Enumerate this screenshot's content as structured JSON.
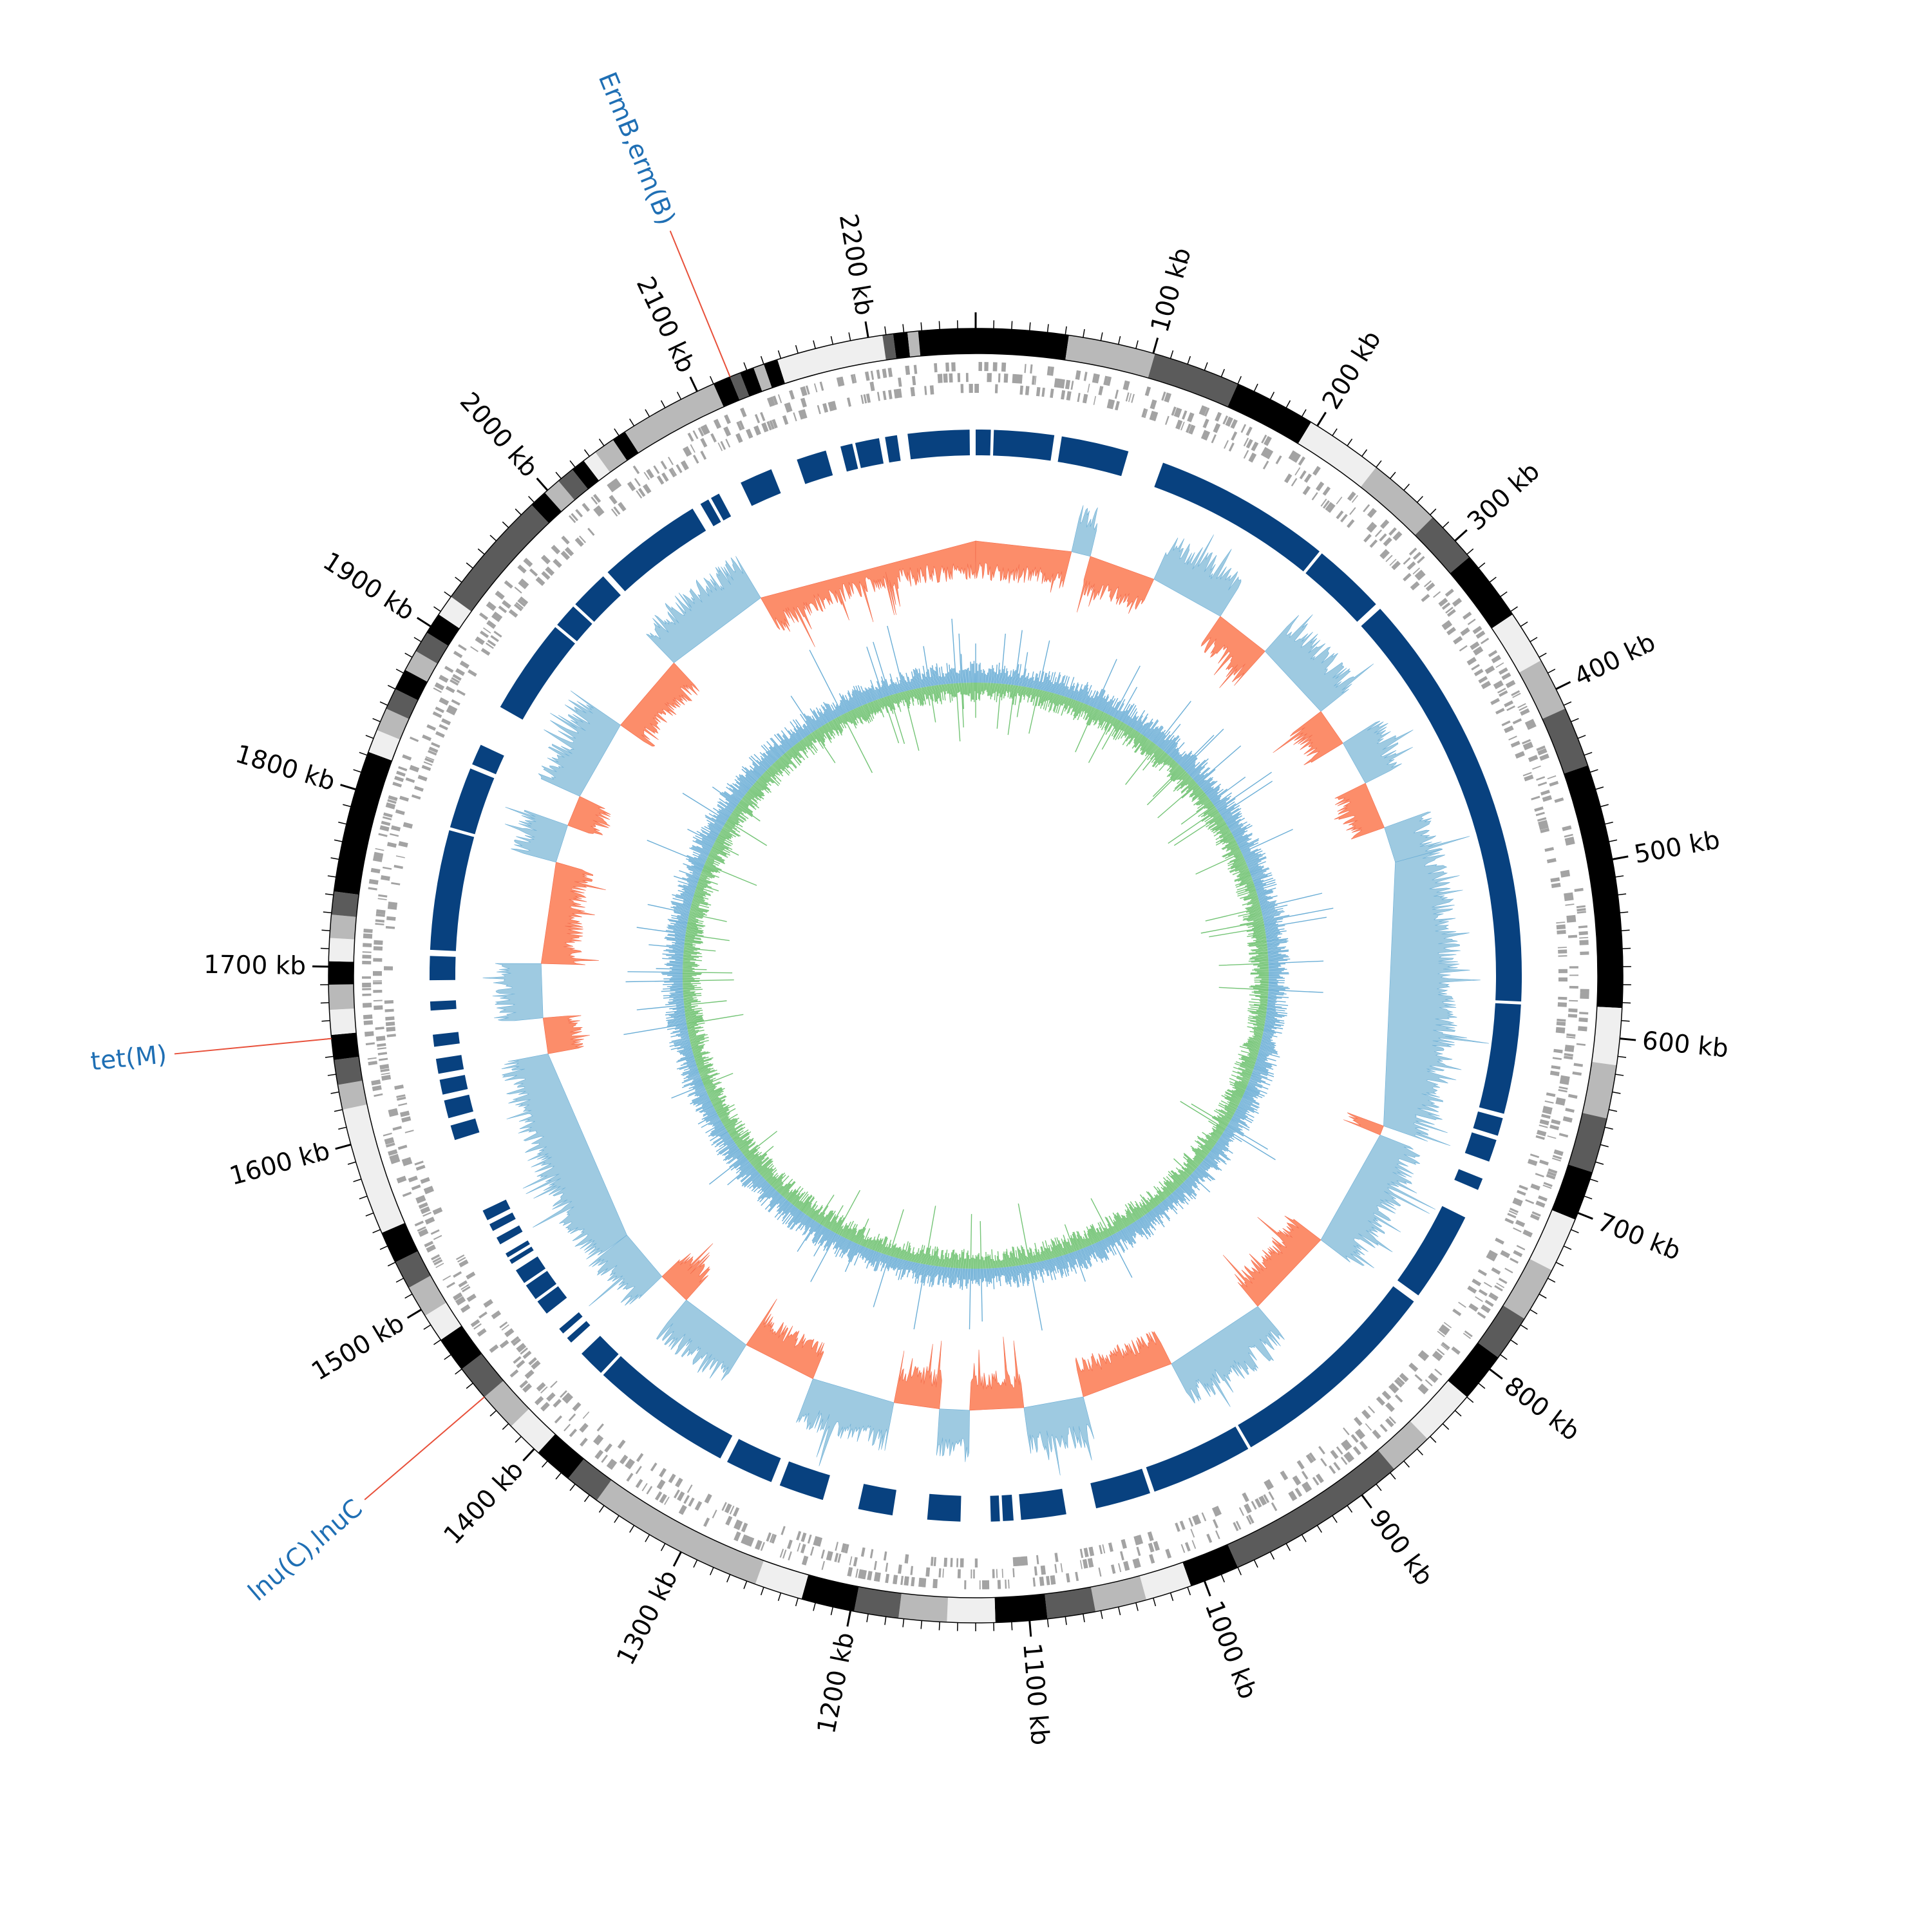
{
  "genome": {
    "length_kb": 2260,
    "axis_unit": "kb",
    "tick_labels": [
      "100 kb",
      "200 kb",
      "300 kb",
      "400 kb",
      "500 kb",
      "600 kb",
      "700 kb",
      "800 kb",
      "900 kb",
      "1000 kb",
      "1100 kb",
      "1200 kb",
      "1300 kb",
      "1400 kb",
      "1500 kb",
      "1600 kb",
      "1700 kb",
      "1800 kb",
      "1900 kb",
      "2000 kb",
      "2100 kb",
      "2200 kb"
    ],
    "tick_positions_kb": [
      100,
      200,
      300,
      400,
      500,
      600,
      700,
      800,
      900,
      1000,
      1100,
      1200,
      1300,
      1400,
      1500,
      1600,
      1700,
      1800,
      1900,
      2000,
      2100,
      2200
    ]
  },
  "contig_blocks_kb": [
    {
      "start": 0,
      "end": 52,
      "tone": "black"
    },
    {
      "start": 52,
      "end": 101,
      "tone": "light-gray"
    },
    {
      "start": 101,
      "end": 150,
      "tone": "dark-gray"
    },
    {
      "start": 150,
      "end": 196,
      "tone": "black"
    },
    {
      "start": 196,
      "end": 240,
      "tone": "very-light-gray"
    },
    {
      "start": 240,
      "end": 282,
      "tone": "light-gray"
    },
    {
      "start": 282,
      "end": 312,
      "tone": "dark-gray"
    },
    {
      "start": 312,
      "end": 352,
      "tone": "black"
    },
    {
      "start": 352,
      "end": 382,
      "tone": "very-light-gray"
    },
    {
      "start": 382,
      "end": 412,
      "tone": "light-gray"
    },
    {
      "start": 412,
      "end": 446,
      "tone": "dark-gray"
    },
    {
      "start": 446,
      "end": 583,
      "tone": "black"
    },
    {
      "start": 583,
      "end": 615,
      "tone": "very-light-gray"
    },
    {
      "start": 615,
      "end": 645,
      "tone": "light-gray"
    },
    {
      "start": 645,
      "end": 676,
      "tone": "dark-gray"
    },
    {
      "start": 676,
      "end": 704,
      "tone": "black"
    },
    {
      "start": 704,
      "end": 735,
      "tone": "very-light-gray"
    },
    {
      "start": 735,
      "end": 766,
      "tone": "light-gray"
    },
    {
      "start": 766,
      "end": 792,
      "tone": "dark-gray"
    },
    {
      "start": 792,
      "end": 820,
      "tone": "black"
    },
    {
      "start": 820,
      "end": 852,
      "tone": "very-light-gray"
    },
    {
      "start": 852,
      "end": 877,
      "tone": "light-gray"
    },
    {
      "start": 877,
      "end": 980,
      "tone": "dark-gray"
    },
    {
      "start": 980,
      "end": 1008,
      "tone": "black"
    },
    {
      "start": 1008,
      "end": 1034,
      "tone": "very-light-gray"
    },
    {
      "start": 1034,
      "end": 1063,
      "tone": "light-gray"
    },
    {
      "start": 1063,
      "end": 1090,
      "tone": "dark-gray"
    },
    {
      "start": 1090,
      "end": 1119,
      "tone": "black"
    },
    {
      "start": 1119,
      "end": 1146,
      "tone": "very-light-gray"
    },
    {
      "start": 1146,
      "end": 1173,
      "tone": "light-gray"
    },
    {
      "start": 1173,
      "end": 1198,
      "tone": "dark-gray"
    },
    {
      "start": 1198,
      "end": 1228,
      "tone": "black"
    },
    {
      "start": 1228,
      "end": 1255,
      "tone": "very-light-gray"
    },
    {
      "start": 1255,
      "end": 1355,
      "tone": "light-gray"
    },
    {
      "start": 1355,
      "end": 1375,
      "tone": "dark-gray"
    },
    {
      "start": 1375,
      "end": 1397,
      "tone": "black"
    },
    {
      "start": 1397,
      "end": 1418,
      "tone": "very-light-gray"
    },
    {
      "start": 1418,
      "end": 1440,
      "tone": "light-gray"
    },
    {
      "start": 1440,
      "end": 1460,
      "tone": "dark-gray"
    },
    {
      "start": 1460,
      "end": 1480,
      "tone": "black"
    },
    {
      "start": 1480,
      "end": 1496,
      "tone": "very-light-gray"
    },
    {
      "start": 1496,
      "end": 1514,
      "tone": "light-gray"
    },
    {
      "start": 1514,
      "end": 1530,
      "tone": "dark-gray"
    },
    {
      "start": 1530,
      "end": 1548,
      "tone": "black"
    },
    {
      "start": 1548,
      "end": 1620,
      "tone": "very-light-gray"
    },
    {
      "start": 1620,
      "end": 1634,
      "tone": "light-gray"
    },
    {
      "start": 1634,
      "end": 1648,
      "tone": "dark-gray"
    },
    {
      "start": 1648,
      "end": 1662,
      "tone": "black"
    },
    {
      "start": 1662,
      "end": 1676,
      "tone": "very-light-gray"
    },
    {
      "start": 1676,
      "end": 1690,
      "tone": "light-gray"
    },
    {
      "start": 1690,
      "end": 1703,
      "tone": "black"
    },
    {
      "start": 1703,
      "end": 1716,
      "tone": "very-light-gray"
    },
    {
      "start": 1716,
      "end": 1729,
      "tone": "light-gray"
    },
    {
      "start": 1729,
      "end": 1742,
      "tone": "dark-gray"
    },
    {
      "start": 1742,
      "end": 1822,
      "tone": "black"
    },
    {
      "start": 1822,
      "end": 1835,
      "tone": "very-light-gray"
    },
    {
      "start": 1835,
      "end": 1848,
      "tone": "light-gray"
    },
    {
      "start": 1848,
      "end": 1860,
      "tone": "dark-gray"
    },
    {
      "start": 1860,
      "end": 1872,
      "tone": "black"
    },
    {
      "start": 1872,
      "end": 1884,
      "tone": "light-gray"
    },
    {
      "start": 1884,
      "end": 1896,
      "tone": "dark-gray"
    },
    {
      "start": 1896,
      "end": 1908,
      "tone": "black"
    },
    {
      "start": 1908,
      "end": 1920,
      "tone": "very-light-gray"
    },
    {
      "start": 1920,
      "end": 1988,
      "tone": "dark-gray"
    },
    {
      "start": 1988,
      "end": 1998,
      "tone": "black"
    },
    {
      "start": 1998,
      "end": 2008,
      "tone": "light-gray"
    },
    {
      "start": 2008,
      "end": 2018,
      "tone": "dark-gray"
    },
    {
      "start": 2018,
      "end": 2026,
      "tone": "black"
    },
    {
      "start": 2026,
      "end": 2034,
      "tone": "very-light-gray"
    },
    {
      "start": 2034,
      "end": 2046,
      "tone": "light-gray"
    },
    {
      "start": 2046,
      "end": 2054,
      "tone": "black"
    },
    {
      "start": 2054,
      "end": 2110,
      "tone": "light-gray"
    },
    {
      "start": 2110,
      "end": 2120,
      "tone": "black"
    },
    {
      "start": 2120,
      "end": 2126,
      "tone": "dark-gray"
    },
    {
      "start": 2126,
      "end": 2134,
      "tone": "black"
    },
    {
      "start": 2134,
      "end": 2140,
      "tone": "light-gray"
    },
    {
      "start": 2140,
      "end": 2148,
      "tone": "black"
    },
    {
      "start": 2148,
      "end": 2208,
      "tone": "very-light-gray"
    },
    {
      "start": 2208,
      "end": 2214,
      "tone": "dark-gray"
    },
    {
      "start": 2214,
      "end": 2222,
      "tone": "black"
    },
    {
      "start": 2222,
      "end": 2228,
      "tone": "light-gray"
    },
    {
      "start": 2228,
      "end": 2260,
      "tone": "black"
    }
  ],
  "blast_blocks_kb": [
    {
      "start": 0,
      "end": 10
    },
    {
      "start": 12,
      "end": 52
    },
    {
      "start": 57,
      "end": 102
    },
    {
      "start": 126,
      "end": 245
    },
    {
      "start": 247,
      "end": 296
    },
    {
      "start": 300,
      "end": 582
    },
    {
      "start": 584,
      "end": 657
    },
    {
      "start": 660,
      "end": 672
    },
    {
      "start": 675,
      "end": 690
    },
    {
      "start": 702,
      "end": 710
    },
    {
      "start": 730,
      "end": 790
    },
    {
      "start": 795,
      "end": 940
    },
    {
      "start": 942,
      "end": 1010
    },
    {
      "start": 1013,
      "end": 1050
    },
    {
      "start": 1070,
      "end": 1100
    },
    {
      "start": 1105,
      "end": 1112
    },
    {
      "start": 1114,
      "end": 1120
    },
    {
      "start": 1140,
      "end": 1162
    },
    {
      "start": 1185,
      "end": 1208
    },
    {
      "start": 1232,
      "end": 1262
    },
    {
      "start": 1268,
      "end": 1300
    },
    {
      "start": 1305,
      "end": 1400
    },
    {
      "start": 1402,
      "end": 1420
    },
    {
      "start": 1430,
      "end": 1434
    },
    {
      "start": 1438,
      "end": 1442
    },
    {
      "start": 1455,
      "end": 1465
    },
    {
      "start": 1467,
      "end": 1478
    },
    {
      "start": 1480,
      "end": 1490
    },
    {
      "start": 1495,
      "end": 1498
    },
    {
      "start": 1500,
      "end": 1503
    },
    {
      "start": 1510,
      "end": 1515
    },
    {
      "start": 1520,
      "end": 1525
    },
    {
      "start": 1528,
      "end": 1535
    },
    {
      "start": 1585,
      "end": 1595
    },
    {
      "start": 1600,
      "end": 1612
    },
    {
      "start": 1616,
      "end": 1626
    },
    {
      "start": 1630,
      "end": 1640
    },
    {
      "start": 1648,
      "end": 1656
    },
    {
      "start": 1672,
      "end": 1678
    },
    {
      "start": 1692,
      "end": 1708
    },
    {
      "start": 1712,
      "end": 1792
    },
    {
      "start": 1794,
      "end": 1835
    },
    {
      "start": 1838,
      "end": 1852
    },
    {
      "start": 1880,
      "end": 1944
    },
    {
      "start": 1946,
      "end": 1962
    },
    {
      "start": 1964,
      "end": 1990
    },
    {
      "start": 1994,
      "end": 2064
    },
    {
      "start": 2070,
      "end": 2076
    },
    {
      "start": 2078,
      "end": 2084
    },
    {
      "start": 2100,
      "end": 2122
    },
    {
      "start": 2140,
      "end": 2160
    },
    {
      "start": 2170,
      "end": 2178
    },
    {
      "start": 2180,
      "end": 2196
    },
    {
      "start": 2200,
      "end": 2208
    },
    {
      "start": 2215,
      "end": 2256
    }
  ],
  "skew_segments_kb": [
    {
      "start": 0,
      "end": 80,
      "sign": "negative"
    },
    {
      "start": 80,
      "end": 96,
      "sign": "positive"
    },
    {
      "start": 96,
      "end": 152,
      "sign": "negative"
    },
    {
      "start": 152,
      "end": 215,
      "sign": "positive"
    },
    {
      "start": 215,
      "end": 262,
      "sign": "negative"
    },
    {
      "start": 262,
      "end": 330,
      "sign": "positive"
    },
    {
      "start": 330,
      "end": 362,
      "sign": "negative"
    },
    {
      "start": 362,
      "end": 400,
      "sign": "positive"
    },
    {
      "start": 400,
      "end": 440,
      "sign": "negative"
    },
    {
      "start": 440,
      "end": 470,
      "sign": "positive"
    },
    {
      "start": 470,
      "end": 692,
      "sign": "positive"
    },
    {
      "start": 692,
      "end": 700,
      "sign": "negative"
    },
    {
      "start": 700,
      "end": 800,
      "sign": "positive"
    },
    {
      "start": 800,
      "end": 876,
      "sign": "negative"
    },
    {
      "start": 876,
      "end": 962,
      "sign": "positive"
    },
    {
      "start": 962,
      "end": 1040,
      "sign": "negative"
    },
    {
      "start": 1040,
      "end": 1090,
      "sign": "positive"
    },
    {
      "start": 1090,
      "end": 1135,
      "sign": "negative"
    },
    {
      "start": 1135,
      "end": 1160,
      "sign": "positive"
    },
    {
      "start": 1160,
      "end": 1198,
      "sign": "negative"
    },
    {
      "start": 1198,
      "end": 1268,
      "sign": "positive"
    },
    {
      "start": 1268,
      "end": 1330,
      "sign": "negative"
    },
    {
      "start": 1330,
      "end": 1392,
      "sign": "positive"
    },
    {
      "start": 1392,
      "end": 1420,
      "sign": "negative"
    },
    {
      "start": 1420,
      "end": 1465,
      "sign": "positive"
    },
    {
      "start": 1465,
      "end": 1630,
      "sign": "positive"
    },
    {
      "start": 1630,
      "end": 1660,
      "sign": "negative"
    },
    {
      "start": 1660,
      "end": 1705,
      "sign": "positive"
    },
    {
      "start": 1705,
      "end": 1790,
      "sign": "negative"
    },
    {
      "start": 1790,
      "end": 1822,
      "sign": "positive"
    },
    {
      "start": 1822,
      "end": 1848,
      "sign": "negative"
    },
    {
      "start": 1848,
      "end": 1916,
      "sign": "positive"
    },
    {
      "start": 1916,
      "end": 1984,
      "sign": "negative"
    },
    {
      "start": 1984,
      "end": 2074,
      "sign": "positive"
    },
    {
      "start": 2074,
      "end": 2260,
      "sign": "negative"
    }
  ],
  "annotations": [
    {
      "label": "ErmB,erm(B)",
      "position_kb": 2120
    },
    {
      "label": "tet(M)",
      "position_kb": 1660
    },
    {
      "label": "lnu(C),lnuC",
      "position_kb": 1440
    }
  ],
  "colors": {
    "black": "#000000",
    "dark-gray": "#5b5b5b",
    "light-gray": "#b9b9b9",
    "very-light-gray": "#efefef",
    "gene_features": "#a3a3a3",
    "blast_hits": "#08417f",
    "skew_positive": "#fc8d6a",
    "skew_negative": "#9ecae1",
    "gc_content": "#74c476",
    "gc_outliers": "#6baed6",
    "annotation_text": "#1f6fb4",
    "annotation_line": "#e8503a"
  }
}
